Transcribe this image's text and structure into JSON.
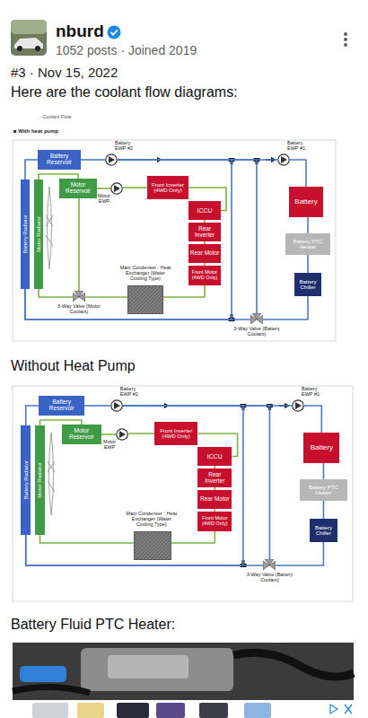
{
  "diagram": {
    "nodes": [
      {
        "text": [
          "Battery Reservoir"
        ]
      },
      {
        "text": [
          "Battery EWP #2"
        ]
      },
      {
        "text": [
          "Battery EWP #1"
        ]
      },
      {
        "text": [
          "Battery"
        ]
      },
      {
        "text": [
          "Motor Reservoir"
        ]
      },
      {
        "text": [
          "Motor EWP"
        ]
      },
      {
        "text": [
          "Front Inverter (4WD Only)"
        ]
      },
      {
        "text": [
          "ICCU"
        ]
      },
      {
        "text": [
          "Rear Inverter"
        ]
      },
      {
        "text": [
          "Rear Motor"
        ]
      },
      {
        "text": [
          "Front Motor (4WD Only)"
        ]
      },
      {
        "text": [
          "Battery PTC Heater"
        ]
      },
      {
        "text": [
          "Battery Chiller"
        ]
      },
      {
        "text": [
          "Battery Radiator"
        ]
      },
      {
        "text": [
          "Motor Radiator"
        ]
      },
      {
        "text": [
          "Main Condenser : Heat Exchanger (Water Cooling Type)"
        ]
      },
      {
        "text": [
          "3-Way Valve (Motor Coolant)"
        ]
      },
      {
        "text": [
          "3-Way Valve (Battery Coolant)"
        ]
      },
      {
        "text": [
          "Battery Reservoir"
        ]
      },
      {
        "text": [
          "Battery EWP #2"
        ]
      },
      {
        "text": [
          "Battery EWP #1"
        ]
      },
      {
        "text": [
          "Battery"
        ]
      },
      {
        "text": [
          "Motor Reservoir"
        ]
      },
      {
        "text": [
          "Motor EWP"
        ]
      },
      {
        "text": [
          "Front Inverter (4WD Only)"
        ]
      },
      {
        "text": [
          "ICCU"
        ]
      },
      {
        "text": [
          "Rear Inverter"
        ]
      },
      {
        "text": [
          "Rear Motor"
        ]
      },
      {
        "text": [
          "Front Motor (4WD Only)"
        ]
      },
      {
        "text": [
          "Battery PTC Heater"
        ]
      },
      {
        "text": [
          "Battery Chiller"
        ]
      },
      {
        "text": [
          "Battery Radiator"
        ]
      },
      {
        "text": [
          "Motor Radiator"
        ]
      },
      {
        "text": [
          "Main Condenser : Heat Exchanger (Water Cooling Type)"
        ]
      },
      {
        "text": [
          "3-Way Valve (Battery Coolant)"
        ]
      }
    ],
    "edges": [
      {
        "from": 0,
        "to": 1,
        "arrow": "none"
      },
      {
        "from": 1,
        "to": 2,
        "arrow": "none"
      },
      {
        "from": 2,
        "to": 3,
        "arrow": "none"
      },
      {
        "from": 3,
        "to": 11,
        "arrow": "none"
      },
      {
        "from": 11,
        "to": 12,
        "arrow": "none"
      },
      {
        "from": 12,
        "to": 17,
        "arrow": "none"
      },
      {
        "from": 17,
        "to": 13,
        "arrow": "none"
      },
      {
        "from": 13,
        "to": 0,
        "arrow": "none"
      },
      {
        "from": 1,
        "to": 17,
        "arrow": "none"
      },
      {
        "from": 1,
        "to": 13,
        "arrow": "none"
      },
      {
        "from": 4,
        "to": 5,
        "arrow": "none"
      },
      {
        "from": 5,
        "to": 6,
        "arrow": "none"
      },
      {
        "from": 6,
        "to": 7,
        "arrow": "none"
      },
      {
        "from": 7,
        "to": 8,
        "arrow": "none"
      },
      {
        "from": 8,
        "to": 9,
        "arrow": "none"
      },
      {
        "from": 9,
        "to": 10,
        "arrow": "none"
      },
      {
        "from": 10,
        "to": 15,
        "arrow": "none"
      },
      {
        "from": 15,
        "to": 16,
        "arrow": "none"
      },
      {
        "from": 16,
        "to": 14,
        "arrow": "none"
      },
      {
        "from": 14,
        "to": 4,
        "arrow": "none"
      },
      {
        "from": 4,
        "to": 16,
        "arrow": "none"
      },
      {
        "from": 18,
        "to": 19,
        "arrow": "none"
      },
      {
        "from": 19,
        "to": 20,
        "arrow": "none"
      },
      {
        "from": 20,
        "to": 21,
        "arrow": "none"
      },
      {
        "from": 21,
        "to": 29,
        "arrow": "none"
      },
      {
        "from": 29,
        "to": 30,
        "arrow": "none"
      },
      {
        "from": 30,
        "to": 34,
        "arrow": "none"
      },
      {
        "from": 34,
        "to": 31,
        "arrow": "none"
      },
      {
        "from": 31,
        "to": 18,
        "arrow": "none"
      },
      {
        "from": 19,
        "to": 34,
        "arrow": "none"
      },
      {
        "from": 19,
        "to": 31,
        "arrow": "none"
      },
      {
        "from": 22,
        "to": 23,
        "arrow": "none"
      },
      {
        "from": 23,
        "to": 24,
        "arrow": "none"
      },
      {
        "from": 24,
        "to": 25,
        "arrow": "none"
      },
      {
        "from": 25,
        "to": 26,
        "arrow": "none"
      },
      {
        "from": 26,
        "to": 27,
        "arrow": "none"
      },
      {
        "from": 27,
        "to": 28,
        "arrow": "none"
      },
      {
        "from": 28,
        "to": 33,
        "arrow": "none"
      },
      {
        "from": 33,
        "to": 32,
        "arrow": "none"
      },
      {
        "from": 32,
        "to": 22,
        "arrow": "none"
      }
    ],
    "labels": [
      "nburd",
      "1052 posts · Joined 2019",
      "#3 · Nov 15, 2022",
      "Here are the coolant flow diagrams:",
      "- Coolant Flow",
      "■ With heat pump",
      "Without Heat Pump",
      "Battery Fluid PTC Heater:"
    ]
  }
}
